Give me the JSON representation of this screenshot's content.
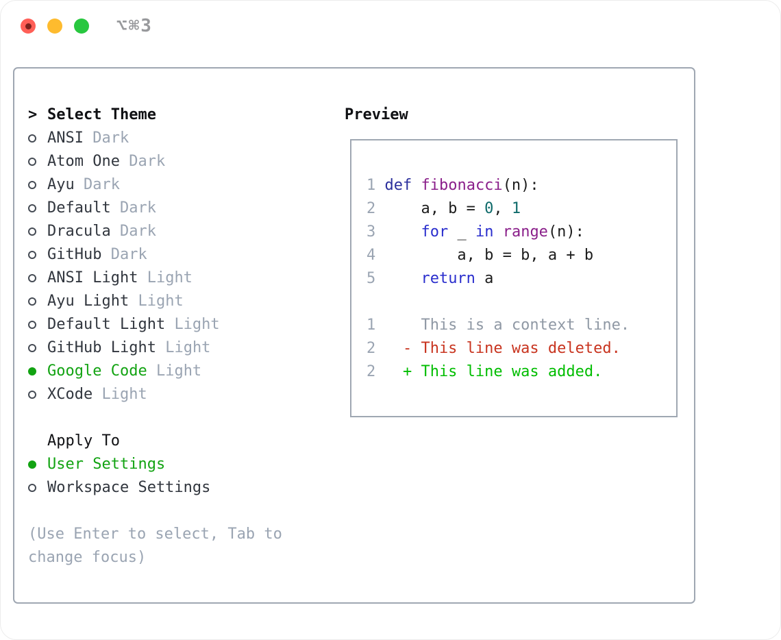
{
  "window": {
    "title": "⌥⌘3",
    "traffic_lights": [
      "close",
      "minimize",
      "zoom"
    ]
  },
  "colors": {
    "green_selected": "#12a312",
    "diff_add": "#00bd00",
    "diff_del": "#c8341f",
    "keyword_def_blue": "#2b2f9c",
    "keyword_flow_blue": "#2a2ecd",
    "function_purple": "#8a1f8a",
    "number_teal": "#0e6a6a",
    "muted_gray": "#9aa4b2",
    "panel_border": "#9fa7b2"
  },
  "theme_menu": {
    "header": "Select Theme",
    "header_marker": ">",
    "items": [
      {
        "name": "ANSI",
        "variant": "Dark",
        "selected": false
      },
      {
        "name": "Atom One",
        "variant": "Dark",
        "selected": false
      },
      {
        "name": "Ayu",
        "variant": "Dark",
        "selected": false
      },
      {
        "name": "Default",
        "variant": "Dark",
        "selected": false
      },
      {
        "name": "Dracula",
        "variant": "Dark",
        "selected": false
      },
      {
        "name": "GitHub",
        "variant": "Dark",
        "selected": false
      },
      {
        "name": "ANSI Light",
        "variant": "Light",
        "selected": false
      },
      {
        "name": "Ayu Light",
        "variant": "Light",
        "selected": false
      },
      {
        "name": "Default Light",
        "variant": "Light",
        "selected": false
      },
      {
        "name": "GitHub Light",
        "variant": "Light",
        "selected": false
      },
      {
        "name": "Google Code",
        "variant": "Light",
        "selected": true
      },
      {
        "name": "XCode",
        "variant": "Light",
        "selected": false
      }
    ]
  },
  "apply_menu": {
    "header": "Apply To",
    "items": [
      {
        "name": "User Settings",
        "selected": true
      },
      {
        "name": "Workspace Settings",
        "selected": false
      }
    ]
  },
  "help_text": {
    "line1": "(Use Enter to select, Tab to",
    "line2": "change focus)"
  },
  "preview": {
    "title": "Preview",
    "code_lines": [
      {
        "num": "1",
        "tokens": [
          {
            "t": "def",
            "c": "kw1"
          },
          {
            "t": " ",
            "c": "pl"
          },
          {
            "t": "fibonacci",
            "c": "fn"
          },
          {
            "t": "(n):",
            "c": "pl"
          }
        ]
      },
      {
        "num": "2",
        "tokens": [
          {
            "t": "    a, b = ",
            "c": "pl"
          },
          {
            "t": "0",
            "c": "num"
          },
          {
            "t": ", ",
            "c": "pl"
          },
          {
            "t": "1",
            "c": "num"
          }
        ]
      },
      {
        "num": "3",
        "tokens": [
          {
            "t": "    ",
            "c": "pl"
          },
          {
            "t": "for",
            "c": "kw2"
          },
          {
            "t": " _ ",
            "c": "pl"
          },
          {
            "t": "in",
            "c": "kw2"
          },
          {
            "t": " ",
            "c": "pl"
          },
          {
            "t": "range",
            "c": "fn"
          },
          {
            "t": "(n):",
            "c": "pl"
          }
        ]
      },
      {
        "num": "4",
        "tokens": [
          {
            "t": "        a, b = b, a + b",
            "c": "pl"
          }
        ]
      },
      {
        "num": "5",
        "tokens": [
          {
            "t": "    ",
            "c": "pl"
          },
          {
            "t": "return",
            "c": "kw2"
          },
          {
            "t": " a",
            "c": "pl"
          }
        ]
      }
    ],
    "diff_lines": [
      {
        "num": "1",
        "text": "    This is a context line.",
        "type": "context"
      },
      {
        "num": "2",
        "text": "  - This line was deleted.",
        "type": "del"
      },
      {
        "num": "2",
        "text": "  + This line was added.",
        "type": "add"
      }
    ]
  }
}
